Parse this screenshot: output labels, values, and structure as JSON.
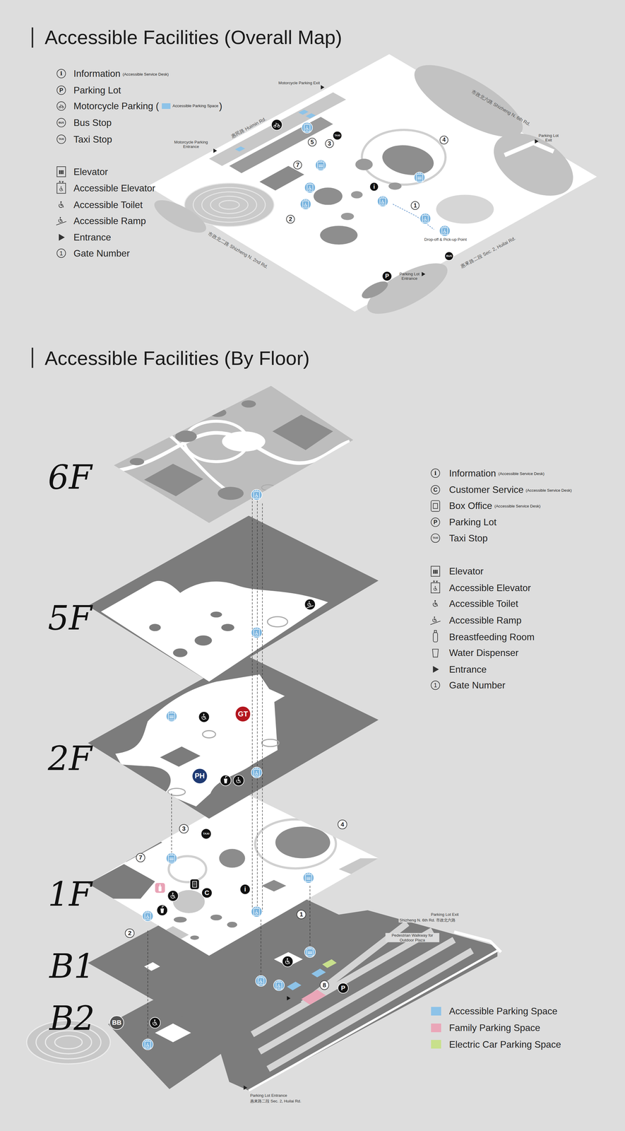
{
  "diagram": {
    "title": "Accessible Facilities (Overall Map)",
    "nodes": [
      {
        "text": [
          "5"
        ]
      },
      {
        "text": [
          "3"
        ]
      },
      {
        "text": [
          "TAXI"
        ]
      },
      {
        "text": [
          "4"
        ]
      },
      {
        "text": [
          "7"
        ]
      },
      {
        "text": [
          "i"
        ]
      },
      {
        "text": [
          "1"
        ]
      },
      {
        "text": [
          "2"
        ]
      },
      {
        "text": [
          "BUS"
        ]
      },
      {
        "text": [
          "P"
        ]
      },
      {
        "text": [
          "GT"
        ]
      },
      {
        "text": [
          "PH"
        ]
      },
      {
        "text": [
          "3"
        ]
      },
      {
        "text": [
          "TAXI"
        ]
      },
      {
        "text": [
          "4"
        ]
      },
      {
        "text": [
          "7"
        ]
      },
      {
        "text": [
          "C"
        ]
      },
      {
        "text": [
          "i"
        ]
      },
      {
        "text": [
          "1"
        ]
      },
      {
        "text": [
          "2"
        ]
      },
      {
        "text": [
          "8"
        ]
      },
      {
        "text": [
          "P"
        ]
      },
      {
        "text": [
          "BB"
        ]
      }
    ],
    "labels": [
      "(Accessible Service Desk)",
      ")",
      "i",
      "P",
      "BUS",
      "TAXI",
      "1",
      "Motorcycle Parking Exit",
      "惠民路 Huimin Rd.",
      "Motorcycle Parking Entrance",
      "市政北六路 Shizheng N. 6th Rd.",
      "Parking Lot Exit",
      "市政北二路 Shizheng N. 2nd Rd.",
      "Drop-off & Pick-up Point",
      "惠來路二段 Sec. 2, Huilai Rd.",
      "Parking Lot Entrance",
      "Accessible Facilities (By Floor)",
      "6F",
      "5F",
      "2F",
      "1F",
      "B1",
      "B2",
      "(Accessible Service Desk)",
      "(Accessible Service Desk)",
      "(Accessible Service Desk)",
      "i",
      "C",
      "P",
      "TAXI",
      "1",
      "Parking Lot Exit",
      "Shizheng N. 6th Rd. 市政北六路",
      "Pedestrian Walkway for Outdoor Plaza",
      "Parking Lot Entrance",
      "惠來路二段 Sec. 2, Huilai Rd."
    ],
    "legend": [
      {
        "text": "Information"
      },
      {
        "text": "Parking Lot"
      },
      {
        "text": "Motorcycle Parking ("
      },
      {
        "text": "Accessible Parking Space",
        "color": "#8dc3e8"
      },
      {
        "text": "Bus Stop"
      },
      {
        "text": "Taxi Stop"
      },
      {
        "text": "Elevator"
      },
      {
        "text": "Accessible Elevator"
      },
      {
        "text": "Accessible Toilet"
      },
      {
        "text": "Accessible Ramp"
      },
      {
        "text": "Entrance"
      },
      {
        "text": "Gate Number"
      },
      {
        "text": "Information"
      },
      {
        "text": "Customer Service"
      },
      {
        "text": "Box Office"
      },
      {
        "text": "Parking Lot"
      },
      {
        "text": "Taxi Stop"
      },
      {
        "text": "Elevator"
      },
      {
        "text": "Accessible Elevator"
      },
      {
        "text": "Accessible Toilet"
      },
      {
        "text": "Accessible Ramp"
      },
      {
        "text": "Breastfeeding Room"
      },
      {
        "text": "Water Dispenser"
      },
      {
        "text": "Entrance"
      },
      {
        "text": "Gate Number"
      },
      {
        "text": "Accessible Parking Space",
        "color": "#8dc3e8"
      },
      {
        "text": "Family Parking Space",
        "color": "#eaa6b8"
      },
      {
        "text": "Electric Car Parking Space",
        "color": "#c8e08c"
      }
    ]
  }
}
